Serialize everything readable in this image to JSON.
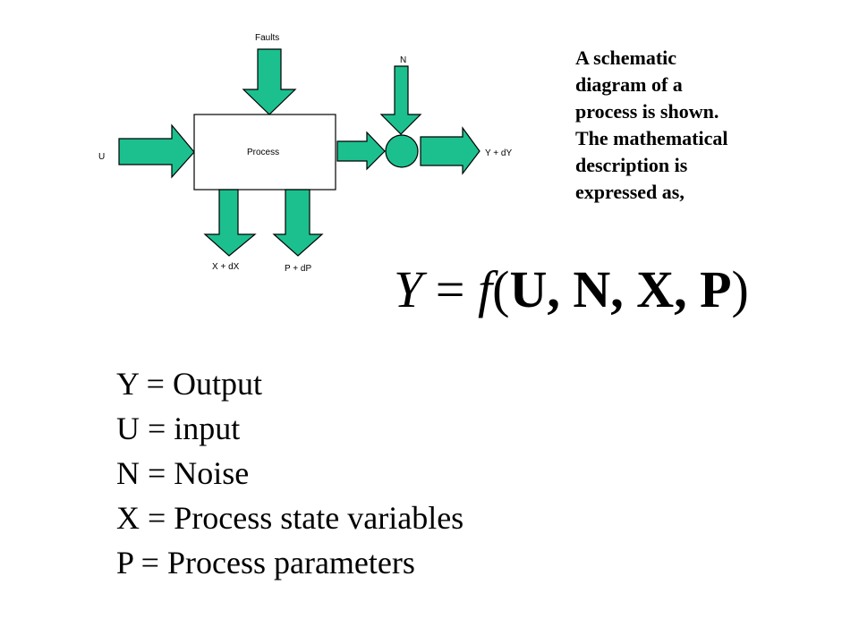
{
  "schematic": {
    "block_label": "Process",
    "input_label": "U",
    "faults_label": "Faults",
    "noise_label": "N",
    "output_label": "Y + dY",
    "state_label": "X + dX",
    "param_label": "P + dP",
    "arrow_color": "#1cc08f"
  },
  "description": "A schematic\ndiagram of a\nprocess is shown.\nThe mathematical\ndescription is\nexpressed as,",
  "equation": {
    "lhs": "Y",
    "equals": " = ",
    "func": "f",
    "open": "(",
    "args": "U, N, X, P",
    "close": ")"
  },
  "definitions": [
    "Y = Output",
    "U = input",
    "N = Noise",
    "X = Process state variables",
    "P = Process parameters"
  ]
}
